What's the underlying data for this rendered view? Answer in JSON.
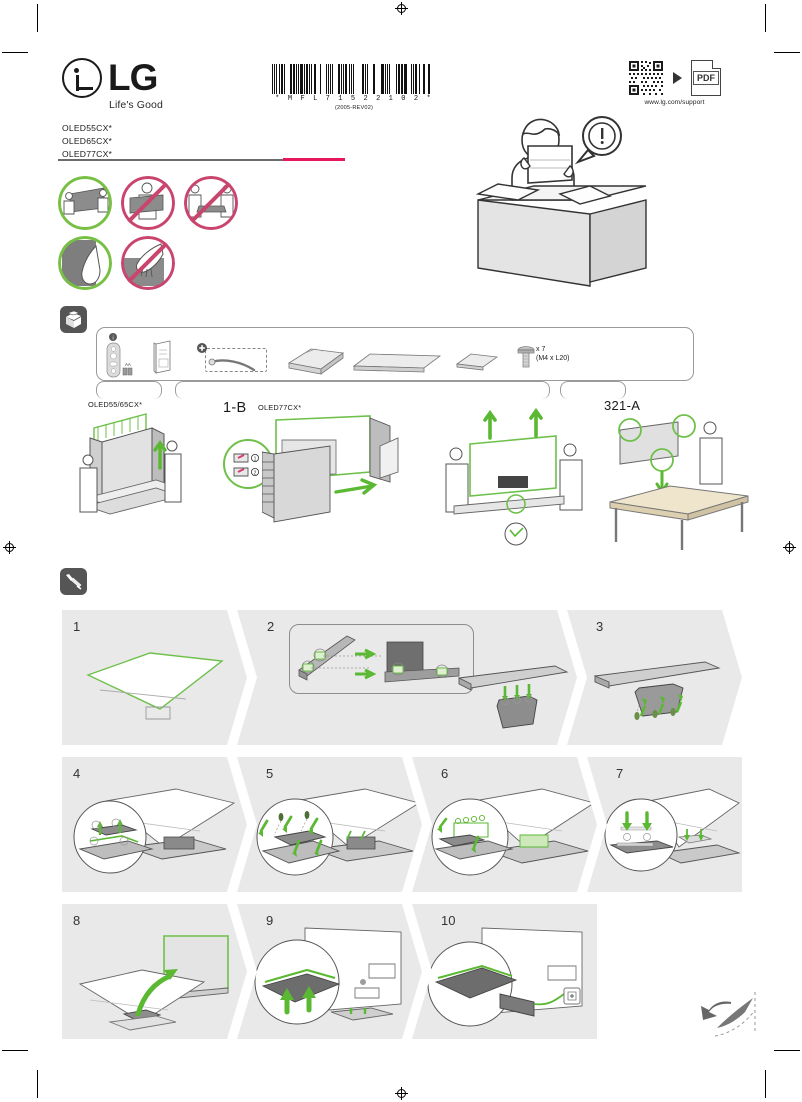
{
  "document": {
    "brand": "LG",
    "slogan": "Life's Good",
    "type": "tv-stand-assembly-quick-setup-guide"
  },
  "header": {
    "barcode_number": "MFL71522102",
    "barcode_human": "* M F L 7 1 5 2 2 1 0 2 *",
    "revision": "(2005-REV02)",
    "support_url": "www.lg.com/support",
    "pdf_label": "PDF",
    "qr_icon": "qr-code-icon",
    "play_icon": "play-arrow-icon",
    "pdf_icon": "pdf-document-icon"
  },
  "models": {
    "line1": "OLED55CX*",
    "line2": "OLED65CX*",
    "line3": "OLED77CX*"
  },
  "colors": {
    "accent_pink": "#e8175d",
    "allow_green": "#77c043",
    "deny_red": "#c9456e",
    "panel_grey": "#e9e9e9",
    "badge_grey": "#555555"
  },
  "safety_icons": [
    {
      "name": "two-person-carry-allowed",
      "state": "allowed"
    },
    {
      "name": "one-person-carry-prohibited",
      "state": "prohibited"
    },
    {
      "name": "carry-screen-down-prohibited",
      "state": "prohibited"
    },
    {
      "name": "hold-by-edge-allowed",
      "state": "allowed"
    },
    {
      "name": "press-screen-prohibited",
      "state": "prohibited"
    }
  ],
  "unbox_notice": {
    "icon": "person-reading-manual-icon",
    "alert": "!"
  },
  "parts_section": {
    "badge_icon": "open-box-parts-icon",
    "items": [
      {
        "name": "remote-control",
        "label": "",
        "battery_label": "AA"
      },
      {
        "name": "user-manual",
        "label": ""
      },
      {
        "name": "cable-tie",
        "label": "",
        "marker": "plus-icon"
      },
      {
        "name": "stand-base-cover",
        "label": ""
      },
      {
        "name": "stand-body",
        "label": ""
      },
      {
        "name": "stand-plate",
        "label": ""
      },
      {
        "name": "screws",
        "label": "x 7",
        "spec": "(M4 x L20)"
      }
    ]
  },
  "unboxing_section": {
    "label_55_65": "OLED55/65CX*",
    "label_77": "OLED77CX*",
    "step_1b": "1-B",
    "step_321a": "321-A",
    "detail_numbers": [
      "1",
      "2"
    ]
  },
  "assembly_section": {
    "badge_icon": "screwdriver-tool-icon",
    "rows": [
      {
        "steps": [
          "1",
          "2",
          "3"
        ]
      },
      {
        "steps": [
          "4",
          "5",
          "6",
          "7"
        ]
      },
      {
        "steps": [
          "8",
          "9",
          "10"
        ]
      }
    ],
    "all_steps": [
      "1",
      "2",
      "3",
      "4",
      "5",
      "6",
      "7",
      "8",
      "9",
      "10"
    ]
  },
  "footer": {
    "flip_icon": "turn-page-icon"
  }
}
